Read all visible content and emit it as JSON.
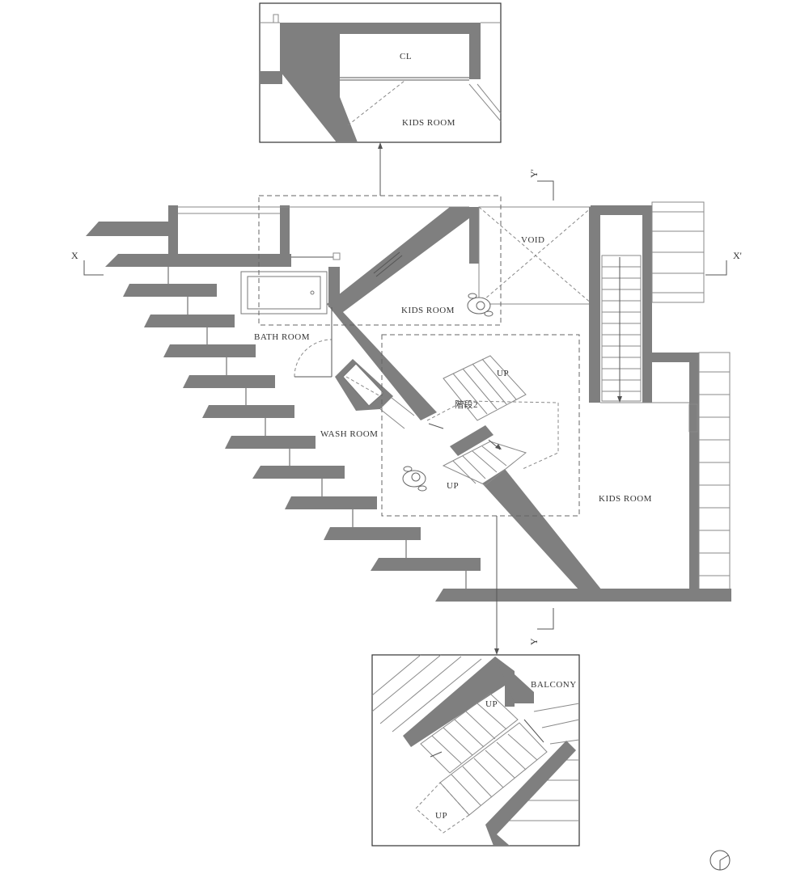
{
  "labels": {
    "cl": "CL",
    "kids_room_detail": "KIDS ROOM",
    "void": "VOID",
    "kids_room_upper": "KIDS ROOM",
    "bath_room": "BATH ROOM",
    "wash_room": "WASH ROOM",
    "stair": "階段2",
    "up_upper": "UP",
    "up_lower": "UP",
    "kids_room_right": "KIDS ROOM",
    "balcony": "BALCONY",
    "up_detail_1": "UP",
    "up_detail_2": "UP"
  },
  "section_marks": {
    "x": "X",
    "x_prime": "X'",
    "y": "Y",
    "y_prime": "Y'"
  },
  "colors": {
    "wall": "#7f7f7f",
    "line": "#555555",
    "background": "#ffffff"
  }
}
